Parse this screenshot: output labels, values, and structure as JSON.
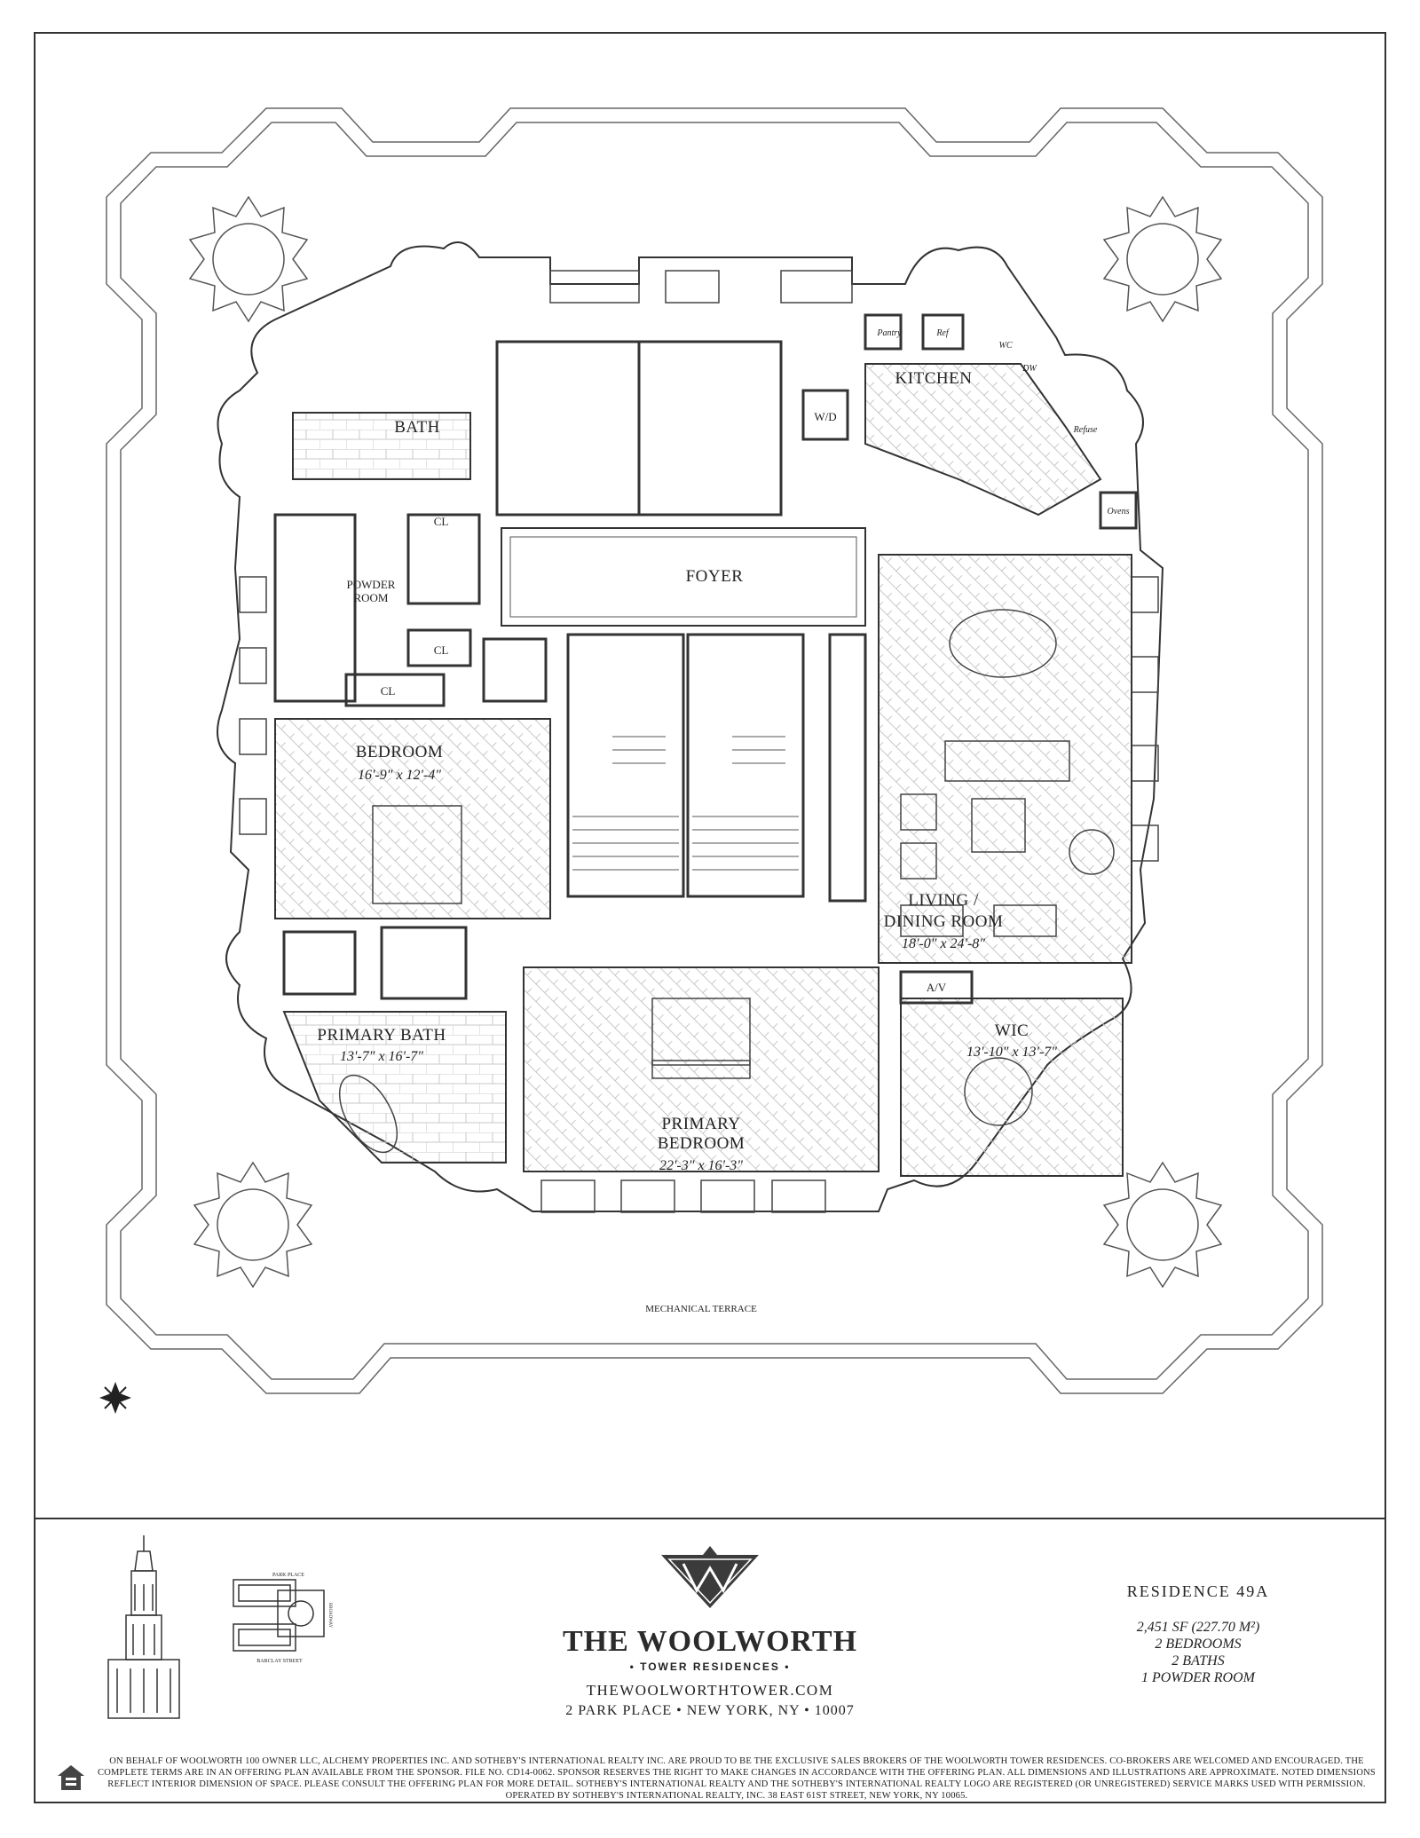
{
  "rooms": {
    "bath": "BATH",
    "kitchen": "KITCHEN",
    "pantry": "Pantry",
    "ref": "Ref",
    "wc": "WC",
    "dw": "DW",
    "refuse": "Refuse",
    "ovens": "Ovens",
    "wd": "W/D",
    "cl": "CL",
    "powder_room_1": "POWDER",
    "powder_room_2": "ROOM",
    "foyer": "FOYER",
    "bedroom": "BEDROOM",
    "bedroom_dim": "16'-9\" x 12'-4\"",
    "living_1": "LIVING /",
    "living_2": "DINING ROOM",
    "living_dim": "18'-0\" x 24'-8\"",
    "primary_bath": "PRIMARY BATH",
    "primary_bath_dim": "13'-7\" x 16'-7\"",
    "primary_bedroom_1": "PRIMARY",
    "primary_bedroom_2": "BEDROOM",
    "primary_bedroom_dim": "22'-3\" x 16'-3\"",
    "av": "A/V",
    "wic": "WIC",
    "wic_dim": "13'-10\" x 13'-7\"",
    "terrace": "MECHANICAL TERRACE"
  },
  "footer": {
    "brand": "THE WOOLWORTH",
    "brand_sub": "• TOWER RESIDENCES •",
    "website": "THEWOOLWORTHTOWER.COM",
    "address": "2 PARK PLACE • NEW YORK, NY • 10007",
    "residence": "RESIDENCE 49A",
    "area": "2,451 SF (227.70 M²)",
    "bedrooms": "2 BEDROOMS",
    "baths": "2 BATHS",
    "powder": "1 POWDER ROOM",
    "site_plan_top": "PARK PLACE",
    "site_plan_bottom": "BARCLAY STREET",
    "site_plan_side": "BROADWAY",
    "disclaimer": "ON BEHALF OF WOOLWORTH 100 OWNER LLC, ALCHEMY PROPERTIES INC. AND SOTHEBY'S INTERNATIONAL REALTY INC. ARE PROUD TO BE THE EXCLUSIVE SALES BROKERS OF THE WOOLWORTH TOWER RESIDENCES. CO-BROKERS ARE WELCOMED AND ENCOURAGED. THE COMPLETE TERMS ARE IN AN OFFERING PLAN AVAILABLE FROM THE SPONSOR. FILE NO. CD14-0062. SPONSOR RESERVES THE RIGHT TO MAKE CHANGES IN ACCORDANCE WITH THE OFFERING PLAN. ALL DIMENSIONS AND ILLUSTRATIONS ARE APPROXIMATE. NOTED DIMENSIONS REFLECT INTERIOR DIMENSION OF SPACE. PLEASE CONSULT THE OFFERING PLAN FOR MORE DETAIL. SOTHEBY'S INTERNATIONAL REALTY AND THE SOTHEBY'S INTERNATIONAL REALTY LOGO ARE REGISTERED (OR UNREGISTERED) SERVICE MARKS USED WITH PERMISSION. OPERATED BY SOTHEBY'S INTERNATIONAL REALTY, INC. 38 EAST 61ST STREET, NEW YORK, NY 10065."
  },
  "colors": {
    "line": "#333333",
    "hatch": "#bbbbbb",
    "background": "#ffffff"
  },
  "icons": [
    "compass-rose-icon",
    "equal-housing-icon",
    "woolworth-logo-icon",
    "tower-elevation-icon",
    "site-plan-icon"
  ]
}
